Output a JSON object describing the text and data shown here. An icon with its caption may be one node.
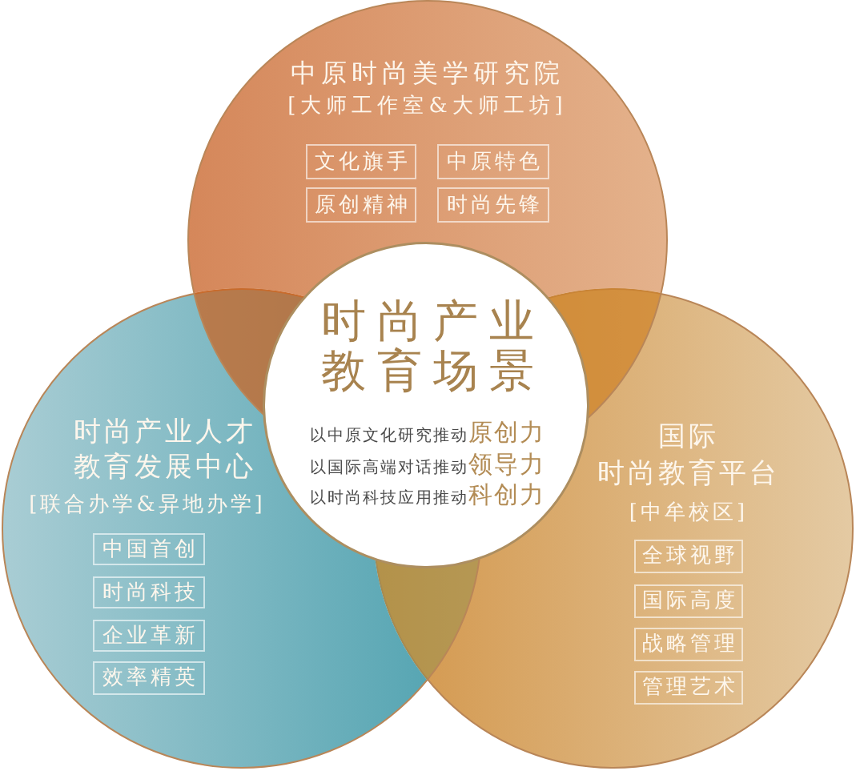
{
  "diagram": {
    "nodes": [
      {
        "text": [
          "中原时尚美学研究院",
          "[大师工作室&大师工坊]"
        ]
      },
      {
        "text": [
          "文化旗手"
        ],
        "in": 0
      },
      {
        "text": [
          "中原特色"
        ],
        "in": 0
      },
      {
        "text": [
          "原创精神"
        ],
        "in": 0
      },
      {
        "text": [
          "时尚先锋"
        ],
        "in": 0
      },
      {
        "text": [
          "时尚产业教育场景",
          "以中原文化研究推动**原创力**",
          "以国际高端对话推动**领导力**",
          "以时尚科技应用推动**科创力**"
        ]
      },
      {
        "text": [
          "时尚产业人才教育发展中心",
          "[联合办学&异地办学]"
        ]
      },
      {
        "text": [
          "中国首创"
        ],
        "in": 6
      },
      {
        "text": [
          "时尚科技"
        ],
        "in": 6
      },
      {
        "text": [
          "企业革新"
        ],
        "in": 6
      },
      {
        "text": [
          "效率精英"
        ],
        "in": 6
      },
      {
        "text": [
          "国际时尚教育平台",
          "[中牟校区]"
        ]
      },
      {
        "text": [
          "全球视野"
        ],
        "in": 11
      },
      {
        "text": [
          "国际高度"
        ],
        "in": 11
      },
      {
        "text": [
          "战略管理"
        ],
        "in": 11
      },
      {
        "text": [
          "管理艺术"
        ],
        "in": 11
      }
    ]
  }
}
